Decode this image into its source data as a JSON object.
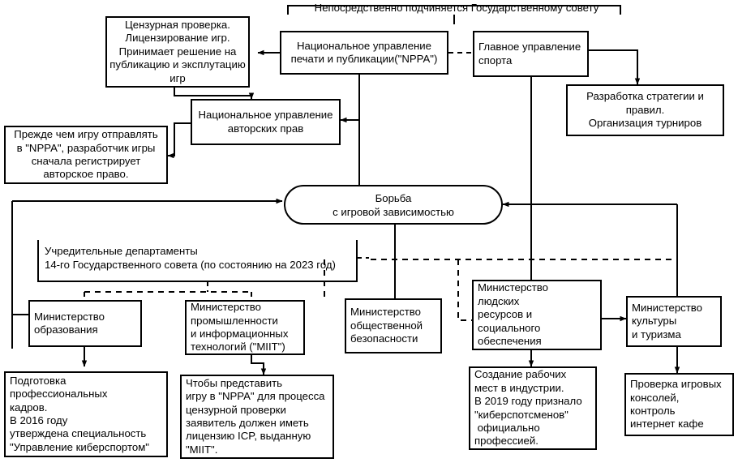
{
  "diagram": {
    "title_banner": "Непосредственно подчиняется Государственному совету",
    "founding_label": "Учредительные департаменты\n14-го Государственного совета (по состоянию на 2023 год)",
    "center_node": "Борьба\nс игровой зависимостью",
    "nodes": {
      "censorship_note": "Цензурная проверка.\nЛицензирование игр.\nПринимает решение на\nпубликацию и эксплутацию\nигр",
      "nppa": "Национальное управление\nпечати и публикации(\"NPPA\")",
      "sports_admin": "Главное управление\nспорта",
      "sports_note": "Разработка стратегии и\nправил.\nОрганизация турниров",
      "copyright_admin": "Национальное управление\nавторских прав",
      "copyright_note": "Прежде чем игру отправлять\nв \"NPPA\", разработчик игры\nсначала регистрирует\nавторское право.",
      "ministry_education": "Министерство\nобразования",
      "ministry_industry": "Министерство\nпромышленности\nи информационных\nтехнологий (\"MIIT\")",
      "ministry_security": "Министерство\nобщественной\nбезопасности",
      "ministry_hr": "Министерство\nлюдских\nресурсов и\nсоциального\nобеспечения",
      "ministry_culture": "Министерство\nкультуры\nи туризма",
      "education_note": "Подготовка\nпрофессиональных\nкадров.\nВ 2016 году\nутверждена специальность\n\"Управление киберспортом\"",
      "industry_note": "Чтобы представить\nигру в \"NPPA\" для процесса\nцензурной проверки\nзаявитель должен иметь\nлицензию ICP, выданную\n\"MIIT\".",
      "hr_note": "Создание рабочих\nмест в индустрии.\nВ 2019 году признало\n\"киберспотсменов\"\n официально\nпрофессией.",
      "culture_note": "Проверка игровых\nконсолей,\nконтроль\nинтернет кафе"
    },
    "colors": {
      "stroke": "#000000",
      "background": "#ffffff",
      "text": "#000000"
    }
  }
}
